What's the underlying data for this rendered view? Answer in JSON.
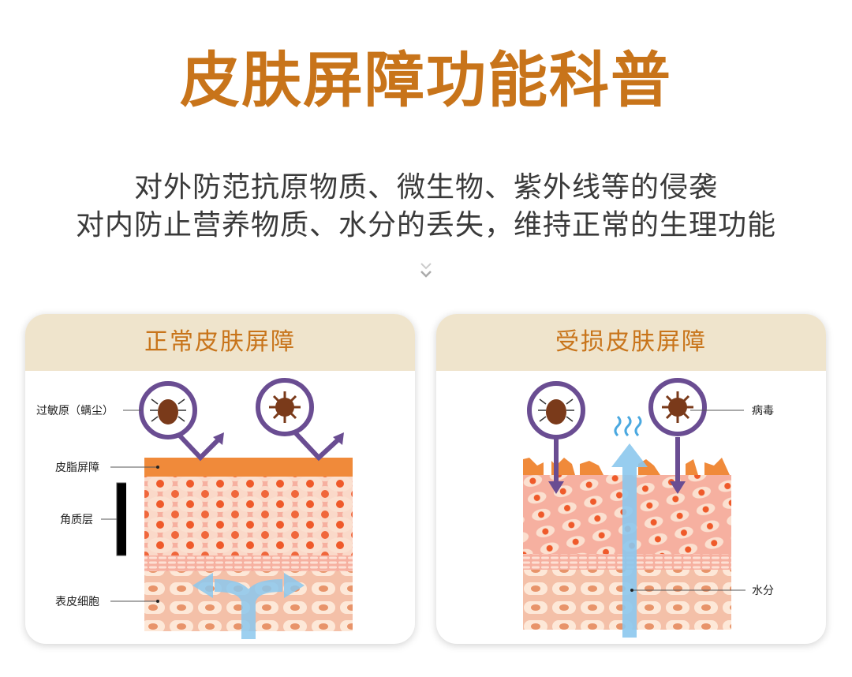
{
  "title": "皮肤屏障功能科普",
  "subtitle": {
    "line1": "对外防范抗原物质、微生物、紫外线等的侵袭",
    "line2": "对内防止营养物质、水分的丢失，维持正常的生理功能"
  },
  "scroll_indicator_icon": "double-chevron-down-icon",
  "colors": {
    "title": "#c8741a",
    "card_header_bg": "#efe4cc",
    "sebum_layer": "#f08a3a",
    "cell_bg": "#f7b8a8",
    "arrow_purple": "#6a4d92",
    "water_blue": "#8cc8ee"
  },
  "normal_card": {
    "title": "正常皮肤屏障",
    "labels": {
      "allergen": "过敏原（螨尘）",
      "sebum": "皮脂屏障",
      "stratum_corneum": "角质层",
      "epidermal_cells": "表皮细胞"
    },
    "icons": [
      "dust-mite-icon",
      "virus-icon"
    ]
  },
  "damaged_card": {
    "title": "受损皮肤屏障",
    "labels": {
      "virus": "病毒",
      "water": "水分"
    },
    "icons": [
      "dust-mite-icon",
      "virus-icon",
      "evaporation-icon"
    ]
  }
}
